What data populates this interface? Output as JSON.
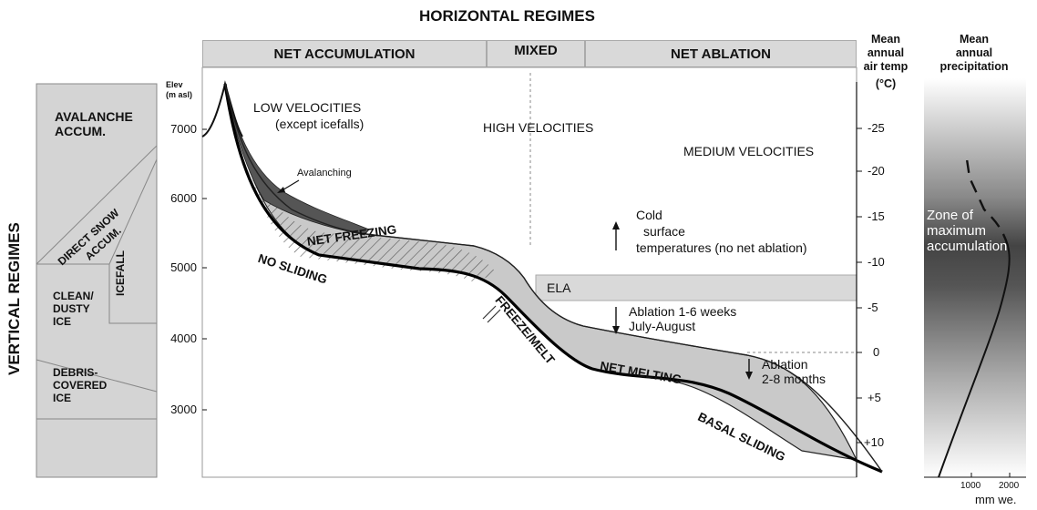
{
  "title": "HORIZONTAL REGIMES",
  "vertical_title": "VERTICAL REGIMES",
  "bands": {
    "accumulation": "NET ACCUMULATION",
    "mixed": "MIXED",
    "ablation": "NET ABLATION"
  },
  "elevation_axis": {
    "label_line1": "Elev",
    "label_line2": "(m asl)",
    "ticks": [
      "7000",
      "6000",
      "5000",
      "4000",
      "3000"
    ]
  },
  "temperature_axis": {
    "header": [
      "Mean",
      "annual",
      "air temp",
      "(°C)"
    ],
    "ticks": [
      "-25",
      "-20",
      "-15",
      "-10",
      "-5",
      "0",
      "+5",
      "+10"
    ]
  },
  "precipitation_axis": {
    "header": [
      "Mean",
      "annual",
      "precipitation"
    ],
    "ticks": [
      "1000",
      "2000"
    ],
    "unit": "mm we.",
    "zone_label": [
      "Zone of",
      "maximum",
      "accumulation"
    ]
  },
  "vertical_regimes": {
    "avalanche": [
      "AVALANCHE",
      "ACCUM."
    ],
    "direct_snow": [
      "DIRECT SNOW",
      "ACCUM."
    ],
    "icefall": "ICEFALL",
    "clean": [
      "CLEAN/",
      "DUSTY",
      "ICE"
    ],
    "debris": [
      "DEBRIS-",
      "COVERED",
      "ICE"
    ]
  },
  "labels": {
    "low_velocities": "LOW VELOCITIES",
    "except_icefalls": "(except icefalls)",
    "high_velocities": "HIGH VELOCITIES",
    "medium_velocities": "MEDIUM VELOCITIES",
    "avalanching": "Avalanching",
    "cold": "Cold",
    "surface_temps": "surface",
    "surface_temps2": "temperatures (no net ablation)",
    "ela": "ELA",
    "ablation_weeks": "Ablation 1-6 weeks",
    "july_august": "July-August",
    "ablation_months": "Ablation",
    "months": "2-8 months",
    "net_freezing": "NET FREEZING",
    "no_sliding": "NO SLIDING",
    "freeze_melt": "FREEZE/MELT",
    "net_melting": "NET MELTING",
    "basal_sliding": "BASAL SLIDING"
  }
}
